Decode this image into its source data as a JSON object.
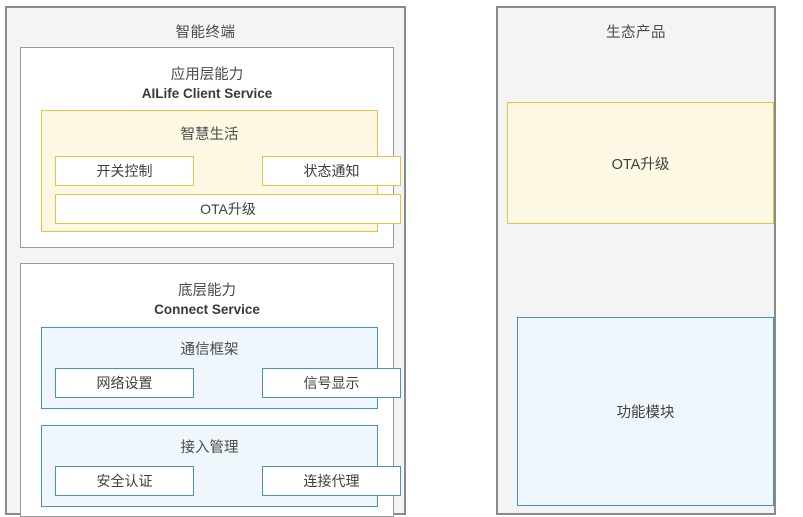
{
  "diagram": {
    "title_colors": {
      "yellow_border": "#e8c33d",
      "yellow_fill": "#fdf8e4",
      "blue_border": "#4a90c4",
      "blue_fill": "#eff7fc",
      "panel_border": "#8a8a8a",
      "panel_fill": "#f4f4f4",
      "layer_fill": "#ffffff"
    },
    "left_panel": {
      "title": "智能终端",
      "layers": [
        {
          "heading_cn": "应用层能力",
          "heading_en": "AILife Client Service",
          "group": {
            "title": "智慧生活",
            "chips": [
              "开关控制",
              "状态通知",
              "OTA升级"
            ]
          }
        },
        {
          "heading_cn": "底层能力",
          "heading_en": "Connect Service",
          "groups": [
            {
              "title": "通信框架",
              "chips": [
                "网络设置",
                "信号显示"
              ]
            },
            {
              "title": "接入管理",
              "chips": [
                "安全认证",
                "连接代理"
              ]
            }
          ]
        }
      ]
    },
    "right_panel": {
      "title": "生态产品",
      "blocks": [
        {
          "label": "OTA升级",
          "style": "yellow"
        },
        {
          "label": "功能模块",
          "style": "blue"
        }
      ]
    }
  }
}
